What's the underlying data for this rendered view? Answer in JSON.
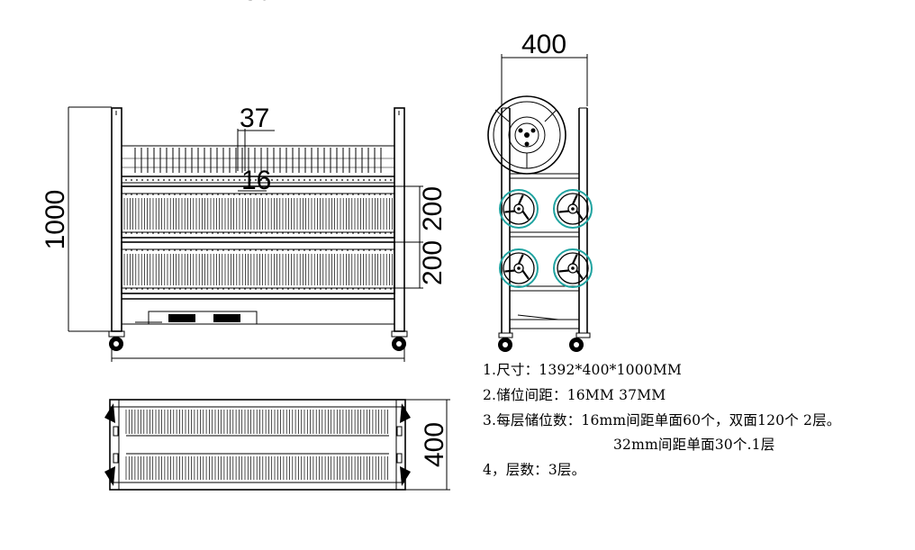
{
  "dimensions": {
    "height": "1000",
    "pitch_large": "37",
    "pitch_small": "16",
    "layer_height_1": "200",
    "layer_height_2": "200",
    "length": "1392",
    "depth_side": "400",
    "depth_top": "400"
  },
  "notes": [
    "1.尺寸：1392*400*1000MM",
    "2.储位间距：16MM 37MM",
    "3.每层储位数：16mm间距单面60个，双面120个 2层。",
    "32mm间距单面30个.1层",
    "4，层数：3层。"
  ],
  "colors": {
    "line": "#000000",
    "reel_highlight": "#1fa3a0",
    "background": "#ffffff"
  }
}
